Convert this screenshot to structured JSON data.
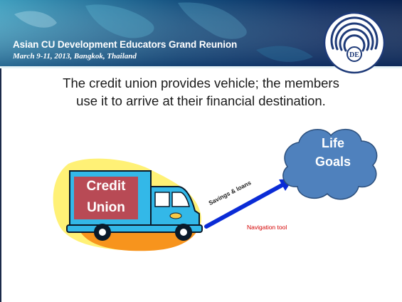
{
  "header": {
    "title": "Asian CU Development Educators Grand Reunion",
    "subtitle": "March 9-11, 2013, Bangkok, Thailand"
  },
  "logo": {
    "text": "DE",
    "icon": "de-logo-rings-icon"
  },
  "body": {
    "text": "The credit union provides vehicle; the members use it to arrive at their financial destination."
  },
  "diagram": {
    "truck": {
      "line1": "Credit",
      "line2": "Union"
    },
    "cloud": {
      "line1": "Life",
      "line2": "Goals"
    },
    "arrow_label": "Savings & loans",
    "navigation_label": "Navigation tool"
  },
  "colors": {
    "banner_dark": "#0b2a5e",
    "banner_teal": "#3fa6c6",
    "truck_body": "#33b8e8",
    "sign_red": "#b84a55",
    "cloud_fill": "#4f81bd",
    "arrow_blue": "#0a2bd6",
    "blob_yellow": "#fff176",
    "blob_orange": "#f7941d"
  }
}
